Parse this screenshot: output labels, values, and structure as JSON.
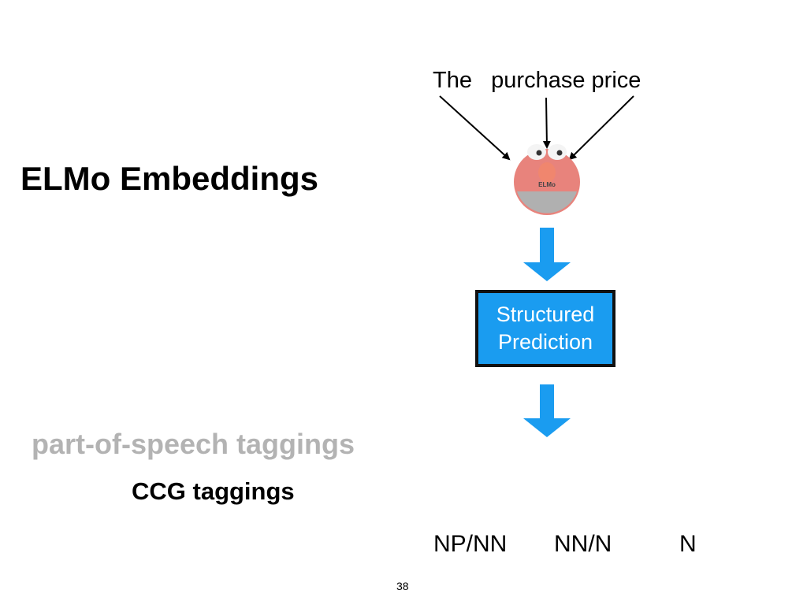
{
  "sentence": {
    "w1": "The",
    "w2": "purchase",
    "w3": "price"
  },
  "title": "ELMo Embeddings",
  "elmo_badge_text": "ELMo",
  "box": {
    "line1": "Structured",
    "line2": "Prediction"
  },
  "pos_label": "part-of-speech taggings",
  "ccg_label": "CCG taggings",
  "tags": [
    "NP/NN",
    "NN/N",
    "N"
  ],
  "page_number": "38",
  "colors": {
    "arrow_blue": "#1a9cf0",
    "box_blue": "#1a9cf0",
    "faded_text": "#b3b3b3",
    "elmo_red": "#e8837c"
  }
}
